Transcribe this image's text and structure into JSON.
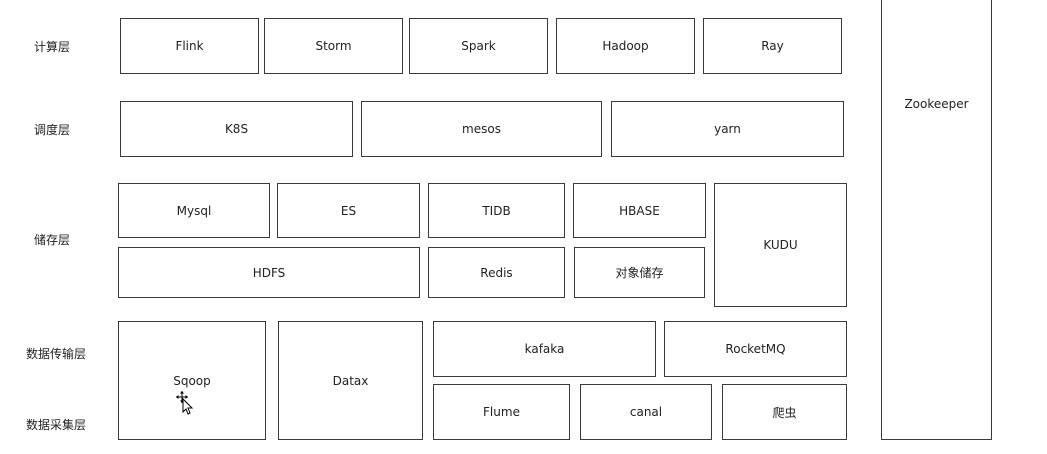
{
  "layers": {
    "compute": "计算层",
    "schedule": "调度层",
    "storage": "储存层",
    "transport": "数据传输层",
    "collect": "数据采集层"
  },
  "compute": {
    "flink": "Flink",
    "storm": "Storm",
    "spark": "Spark",
    "hadoop": "Hadoop",
    "ray": "Ray"
  },
  "schedule": {
    "k8s": "K8S",
    "mesos": "mesos",
    "yarn": "yarn"
  },
  "storage": {
    "mysql": "Mysql",
    "es": "ES",
    "tidb": "TIDB",
    "hbase": "HBASE",
    "kudu": "KUDU",
    "hdfs": "HDFS",
    "redis": "Redis",
    "object": "对象储存"
  },
  "ingest": {
    "sqoop": "Sqoop",
    "datax": "Datax",
    "kafka": "kafaka",
    "rocketmq": "RocketMQ",
    "flume": "Flume",
    "canal": "canal",
    "crawler": "爬虫"
  },
  "zookeeper": "Zookeeper",
  "icons": {
    "cursor": "move-cursor-icon"
  }
}
